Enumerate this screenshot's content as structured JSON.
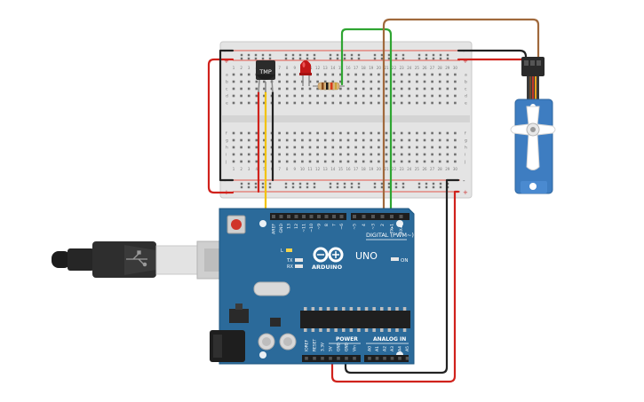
{
  "sensor": {
    "label": "TMP"
  },
  "board": {
    "brand": "ARDUINO",
    "model": "UNO",
    "digital_label": "DIGITAL (PWM~)",
    "power_label": "POWER",
    "analog_label": "ANALOG IN",
    "on_label": "ON",
    "tx_label": "TX",
    "rx_label": "RX",
    "l_label": "L",
    "top_pins": [
      "AREF",
      "GND",
      "13",
      "12",
      "~11",
      "~10",
      "~9",
      "8",
      "7",
      "~6",
      "~5",
      "4",
      "~3",
      "2",
      "TX▸1",
      "RX◂0"
    ],
    "power_pins": [
      "IOREF",
      "RESET",
      "3.3V",
      "5V",
      "GND",
      "GND",
      "Vin"
    ],
    "analog_pins": [
      "A0",
      "A1",
      "A2",
      "A3",
      "A4",
      "A5"
    ]
  },
  "breadboard": {
    "row_letters_top": [
      "a",
      "b",
      "c",
      "d",
      "e"
    ],
    "row_letters_bottom": [
      "f",
      "g",
      "h",
      "i",
      "j"
    ],
    "col_numbers": [
      "1",
      "2",
      "3",
      "4",
      "5",
      "6",
      "7",
      "8",
      "9",
      "10",
      "11",
      "12",
      "13",
      "14",
      "15",
      "16",
      "17",
      "18",
      "19",
      "20",
      "21",
      "22",
      "23",
      "24",
      "25",
      "26",
      "27",
      "28",
      "29",
      "30"
    ],
    "plus": "+",
    "minus": "-"
  },
  "colors": {
    "wire_red": "#d0221c",
    "wire_black": "#222222",
    "wire_yellow": "#f2c300",
    "wire_green": "#2fa532",
    "wire_brown": "#a0693c",
    "board_blue": "#2b6a9a",
    "servo_blue": "#3e7dc1"
  }
}
